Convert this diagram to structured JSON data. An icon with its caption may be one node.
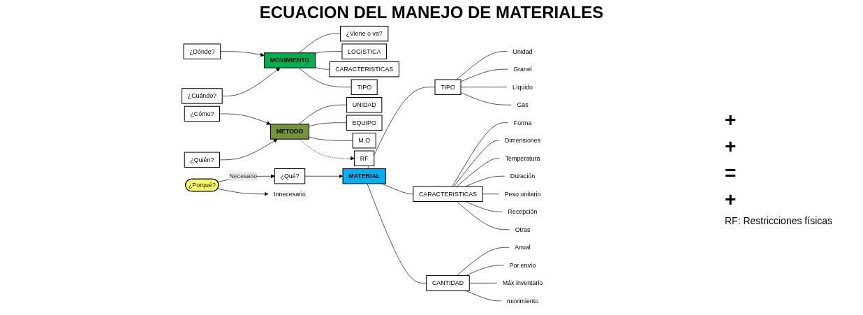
{
  "diagram": {
    "title": "ECUACION DEL MANEJO DE MATERIALES",
    "nodes": [
      {
        "text": [
          "¿Porqué?"
        ]
      },
      {
        "text": [
          "¿Qué?"
        ]
      },
      {
        "text": [
          "Innecesario"
        ]
      },
      {
        "text": [
          "MATERIAL"
        ]
      },
      {
        "text": [
          "TIPO"
        ]
      },
      {
        "text": [
          "CARACTERISTICAS"
        ]
      },
      {
        "text": [
          "CANTIDAD"
        ]
      },
      {
        "text": [
          "Unidad"
        ]
      },
      {
        "text": [
          "Granel"
        ]
      },
      {
        "text": [
          "Líquido"
        ]
      },
      {
        "text": [
          "Gas"
        ]
      },
      {
        "text": [
          "Forma"
        ]
      },
      {
        "text": [
          "Dimensiones"
        ]
      },
      {
        "text": [
          "Temperatura"
        ]
      },
      {
        "text": [
          "Duración"
        ]
      },
      {
        "text": [
          "Peso unitario"
        ]
      },
      {
        "text": [
          "Recepción"
        ]
      },
      {
        "text": [
          "Otras"
        ]
      },
      {
        "text": [
          "Anual"
        ]
      },
      {
        "text": [
          "Por envío"
        ]
      },
      {
        "text": [
          "Máx inventario"
        ]
      },
      {
        "text": [
          "movimiento"
        ]
      },
      {
        "text": [
          "¿Dónde?"
        ]
      },
      {
        "text": [
          "¿Cuándo?"
        ]
      },
      {
        "text": [
          "MOVIMIENTO"
        ]
      },
      {
        "text": [
          "¿Viene o va?"
        ]
      },
      {
        "text": [
          "LOGISTICA"
        ]
      },
      {
        "text": [
          "CARACTERISTICAS"
        ]
      },
      {
        "text": [
          "TIPO"
        ]
      },
      {
        "text": [
          "¿Cómo?"
        ]
      },
      {
        "text": [
          "¿Quién?"
        ]
      },
      {
        "text": [
          "METODO"
        ]
      },
      {
        "text": [
          "UNIDAD"
        ]
      },
      {
        "text": [
          "EQUIPO"
        ]
      },
      {
        "text": [
          "M.O"
        ]
      },
      {
        "text": [
          "RF"
        ]
      }
    ],
    "edges": [
      {
        "from": 0,
        "to": 1,
        "arrow": "to",
        "label": "Necesario"
      },
      {
        "from": 0,
        "to": 2,
        "arrow": "to"
      },
      {
        "from": 1,
        "to": 3,
        "arrow": "to"
      },
      {
        "from": 3,
        "to": 4,
        "arrow": "none"
      },
      {
        "from": 3,
        "to": 5,
        "arrow": "none"
      },
      {
        "from": 3,
        "to": 6,
        "arrow": "none"
      },
      {
        "from": 4,
        "to": 7,
        "arrow": "none"
      },
      {
        "from": 4,
        "to": 8,
        "arrow": "none"
      },
      {
        "from": 4,
        "to": 9,
        "arrow": "none"
      },
      {
        "from": 4,
        "to": 10,
        "arrow": "none"
      },
      {
        "from": 5,
        "to": 11,
        "arrow": "none"
      },
      {
        "from": 5,
        "to": 12,
        "arrow": "none"
      },
      {
        "from": 5,
        "to": 13,
        "arrow": "none"
      },
      {
        "from": 5,
        "to": 14,
        "arrow": "none"
      },
      {
        "from": 5,
        "to": 15,
        "arrow": "none"
      },
      {
        "from": 5,
        "to": 16,
        "arrow": "none"
      },
      {
        "from": 5,
        "to": 17,
        "arrow": "none"
      },
      {
        "from": 6,
        "to": 18,
        "arrow": "none"
      },
      {
        "from": 6,
        "to": 19,
        "arrow": "none"
      },
      {
        "from": 6,
        "to": 20,
        "arrow": "none"
      },
      {
        "from": 6,
        "to": 21,
        "arrow": "none"
      },
      {
        "from": 22,
        "to": 24,
        "arrow": "to"
      },
      {
        "from": 23,
        "to": 24,
        "arrow": "to"
      },
      {
        "from": 24,
        "to": 25,
        "arrow": "none"
      },
      {
        "from": 24,
        "to": 26,
        "arrow": "none"
      },
      {
        "from": 24,
        "to": 27,
        "arrow": "none"
      },
      {
        "from": 24,
        "to": 28,
        "arrow": "none"
      },
      {
        "from": 29,
        "to": 31,
        "arrow": "to"
      },
      {
        "from": 30,
        "to": 31,
        "arrow": "to"
      },
      {
        "from": 31,
        "to": 32,
        "arrow": "none"
      },
      {
        "from": 31,
        "to": 33,
        "arrow": "none"
      },
      {
        "from": 31,
        "to": 34,
        "arrow": "none"
      },
      {
        "from": 31,
        "to": 35,
        "arrow": "to",
        "style": "dashed"
      }
    ],
    "labels": [
      "+",
      "+",
      "=",
      "+",
      "RF: Restricciones físicas"
    ]
  }
}
